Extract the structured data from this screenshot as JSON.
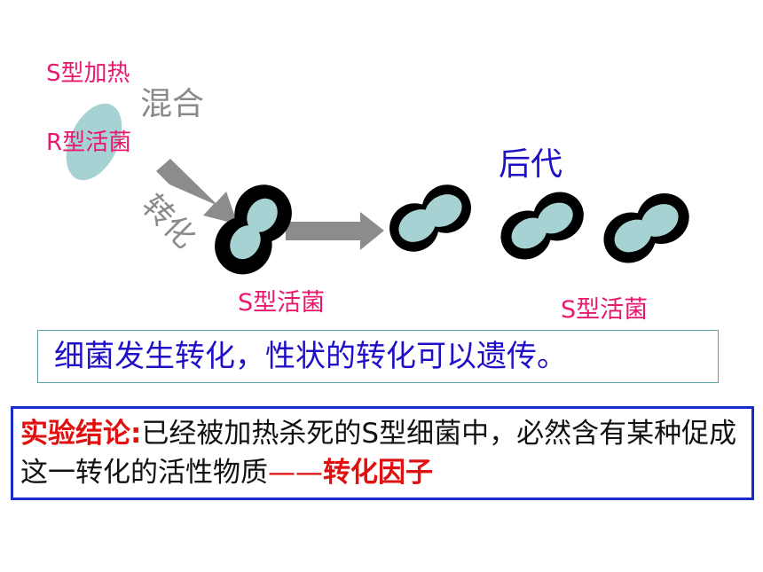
{
  "labels": {
    "s_heated": "S型加热",
    "mix": "混合",
    "r_live": "R型活菌",
    "transform": "转化",
    "offspring": "后代",
    "s_live_1": "S型活菌",
    "s_live_2": "S型活菌"
  },
  "conclusion": "细菌发生转化，性状的转化可以遗传。",
  "experiment": {
    "prefix": "实验结论:",
    "body": "已经被加热杀死的S型细菌中，必然含有某种促成这一转化的活性物质",
    "dash": "——",
    "highlight": "转化因子"
  },
  "colors": {
    "cell_fill": "#a6d2d4",
    "cell_outline": "#000000",
    "arrow": "#8c8c8c",
    "pink": "#e8186e",
    "blue": "#1f10c8",
    "red": "#e01010"
  }
}
